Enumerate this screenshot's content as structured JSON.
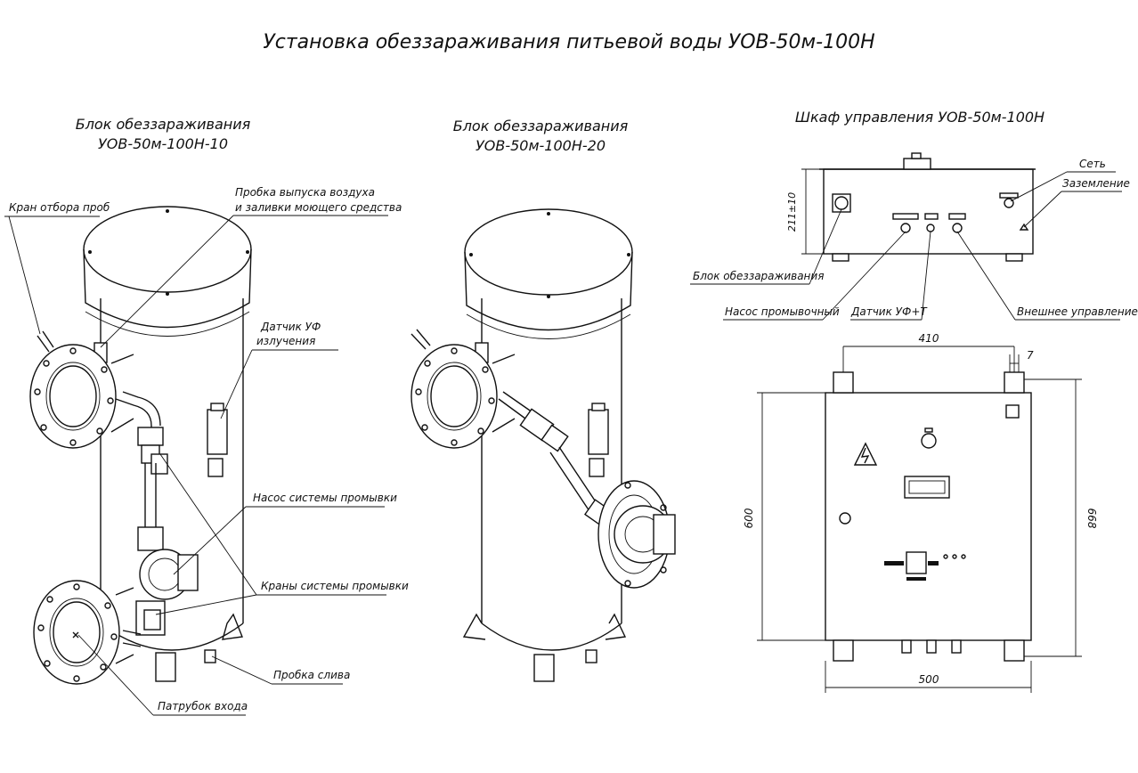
{
  "title": "Установка обеззараживания питьевой воды УОВ-50м-100Н",
  "views": {
    "block1": {
      "title_line1": "Блок обеззараживания",
      "title_line2": "УОВ-50м-100Н-10"
    },
    "block2": {
      "title_line1": "Блок обеззараживания",
      "title_line2": "УОВ-50м-100Н-20"
    },
    "cabinet": {
      "title": "Шкаф управления УОВ-50м-100Н"
    }
  },
  "labels": {
    "sampling_valve": "Кран отбора проб",
    "air_plug_line1": "Пробка выпуска воздуха",
    "air_plug_line2": "и заливки моющего средства",
    "uv_sensor_line1": "Датчик УФ",
    "uv_sensor_line2": "излучения",
    "flush_pump": "Насос системы промывки",
    "flush_valves": "Краны системы промывки",
    "drain_plug": "Пробка слива",
    "inlet_pipe": "Патрубок входа",
    "mains": "Сеть",
    "grounding": "Заземление",
    "disinfection_block": "Блок обеззараживания",
    "flushing_pump": "Насос промывочный",
    "uv_t_sensor": "Датчик УФ+Т",
    "external_control": "Внешнее управление"
  },
  "dimensions": {
    "height_side": "211±10",
    "mount_spacing": "410",
    "hole_offset": "7",
    "body_height": "600",
    "overall_height": "668",
    "width": "500"
  }
}
